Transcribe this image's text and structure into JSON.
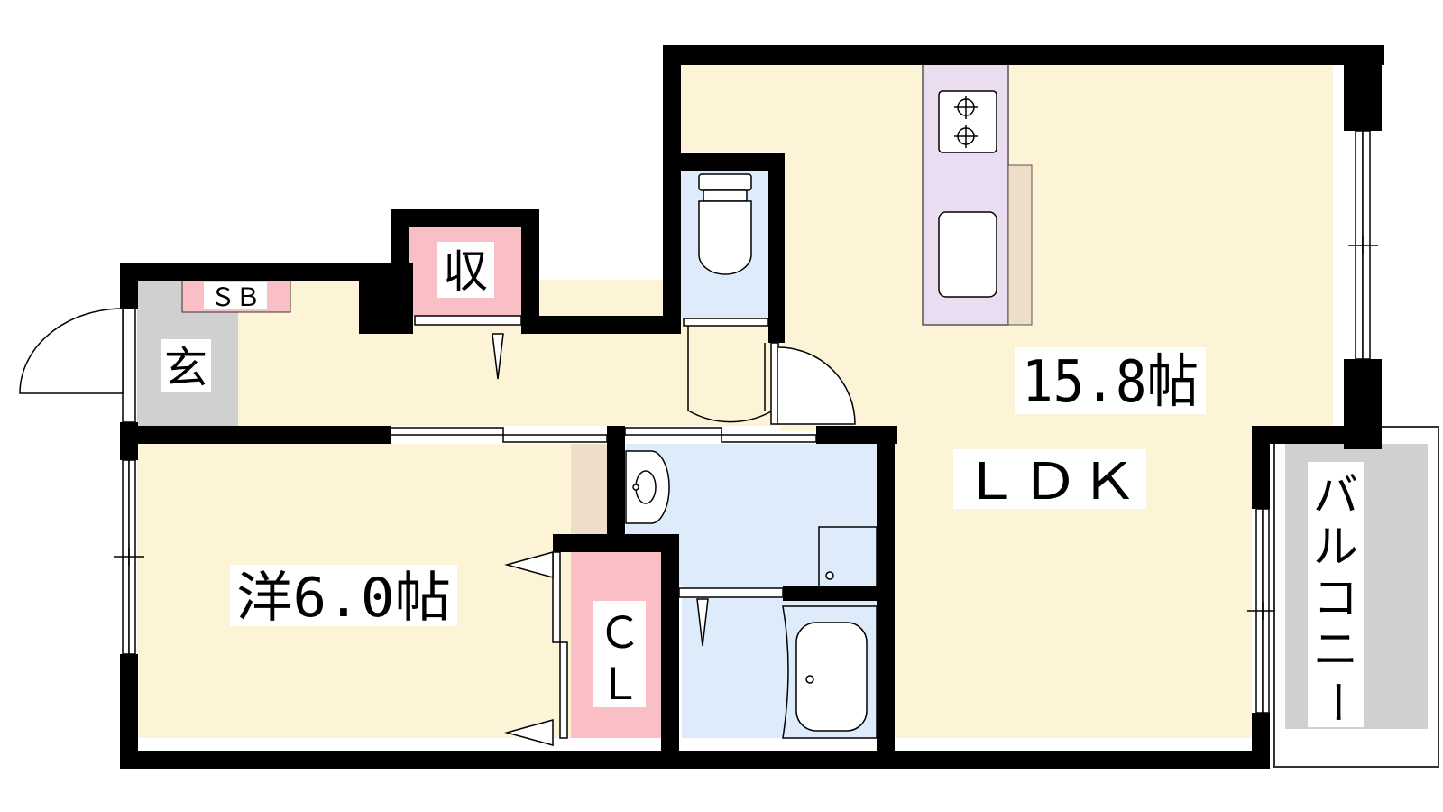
{
  "rooms": {
    "ldk_size": "15.8帖",
    "ldk_name": "ＬＤＫ",
    "western_room": "洋6.0帖",
    "closet_c": "Ｃ",
    "closet_l": "Ｌ",
    "storage": "収",
    "shoe_box": "ＳＢ",
    "entrance": "玄",
    "balcony_chars": [
      "バ",
      "ル",
      "コ",
      "ニ",
      "ー"
    ]
  },
  "colors": {
    "floor": "#FDF3D6",
    "wet_area": "#DDEBFA",
    "storage": "#F9BFC4",
    "kitchen": "#EBDDF1",
    "entrance": "#D0D0D0",
    "balcony": "#D0D0D0",
    "wall": "#000000",
    "wood": "#EEDDC8"
  },
  "icons": [
    "door-swing-icon",
    "toilet-icon",
    "stove-icon",
    "sink-icon",
    "washbasin-icon",
    "bathtub-icon",
    "washing-machine-icon"
  ]
}
